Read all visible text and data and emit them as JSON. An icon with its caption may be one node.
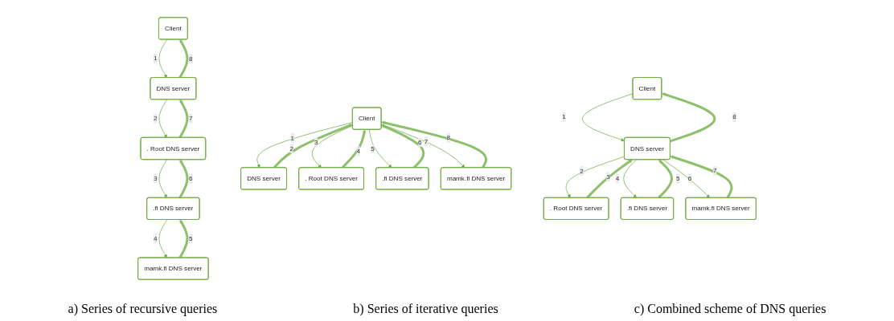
{
  "diagram": {
    "nodes": [
      {
        "text": [
          "Client"
        ]
      },
      {
        "text": [
          "DNS server"
        ]
      },
      {
        "text": [
          ". Root DNS server"
        ]
      },
      {
        "text": [
          ".fi DNS server"
        ]
      },
      {
        "text": [
          "mamk.fi DNS server"
        ]
      },
      {
        "text": [
          "Client"
        ]
      },
      {
        "text": [
          "DNS server"
        ]
      },
      {
        "text": [
          ". Root DNS server"
        ]
      },
      {
        "text": [
          ".fi DNS server"
        ]
      },
      {
        "text": [
          "mamk.fi DNS server"
        ]
      },
      {
        "text": [
          "Client"
        ]
      },
      {
        "text": [
          "DNS server"
        ]
      },
      {
        "text": [
          ". Root DNS server"
        ]
      },
      {
        "text": [
          ".fi DNS server"
        ]
      },
      {
        "text": [
          "mamk.fi DNS server"
        ]
      }
    ],
    "edges": [
      {
        "from": 0,
        "to": 1,
        "arrow": "to",
        "label": "1"
      },
      {
        "from": 1,
        "to": 2,
        "arrow": "to",
        "label": "2"
      },
      {
        "from": 2,
        "to": 3,
        "arrow": "to",
        "label": "3"
      },
      {
        "from": 3,
        "to": 4,
        "arrow": "to",
        "label": "4"
      },
      {
        "from": 4,
        "to": 3,
        "arrow": "to",
        "label": "5",
        "style": "thick",
        "color": "#8cc06a"
      },
      {
        "from": 3,
        "to": 2,
        "arrow": "to",
        "label": "6",
        "style": "thick",
        "color": "#8cc06a"
      },
      {
        "from": 2,
        "to": 1,
        "arrow": "to",
        "label": "7",
        "style": "thick",
        "color": "#8cc06a"
      },
      {
        "from": 1,
        "to": 0,
        "arrow": "to",
        "label": "8",
        "style": "thick",
        "color": "#8cc06a"
      },
      {
        "from": 5,
        "to": 6,
        "arrow": "to",
        "label": "1"
      },
      {
        "from": 6,
        "to": 5,
        "arrow": "to",
        "label": "2",
        "style": "thick",
        "color": "#8cc06a"
      },
      {
        "from": 5,
        "to": 7,
        "arrow": "to",
        "label": "3"
      },
      {
        "from": 7,
        "to": 5,
        "arrow": "to",
        "label": "4",
        "style": "thick",
        "color": "#8cc06a"
      },
      {
        "from": 5,
        "to": 8,
        "arrow": "to",
        "label": "5"
      },
      {
        "from": 8,
        "to": 5,
        "arrow": "to",
        "label": "6",
        "style": "thick",
        "color": "#8cc06a"
      },
      {
        "from": 5,
        "to": 9,
        "arrow": "to",
        "label": "7"
      },
      {
        "from": 9,
        "to": 5,
        "arrow": "to",
        "label": "8",
        "style": "thick",
        "color": "#8cc06a"
      },
      {
        "from": 10,
        "to": 11,
        "arrow": "to",
        "label": "1"
      },
      {
        "from": 11,
        "to": 12,
        "arrow": "to",
        "label": "2"
      },
      {
        "from": 12,
        "to": 11,
        "arrow": "to",
        "label": "3",
        "style": "thick",
        "color": "#8cc06a"
      },
      {
        "from": 11,
        "to": 13,
        "arrow": "to",
        "label": "4"
      },
      {
        "from": 13,
        "to": 11,
        "arrow": "to",
        "label": "5",
        "style": "thick",
        "color": "#8cc06a"
      },
      {
        "from": 11,
        "to": 14,
        "arrow": "to",
        "label": "6"
      },
      {
        "from": 14,
        "to": 11,
        "arrow": "to",
        "label": "7",
        "style": "thick",
        "color": "#8cc06a"
      },
      {
        "from": 11,
        "to": 10,
        "arrow": "to",
        "label": "8",
        "style": "thick",
        "color": "#8cc06a"
      }
    ],
    "labels": [
      "a) Series of recursive queries",
      "b) Series of iterative queries",
      "c) Combined scheme of DNS queries"
    ]
  }
}
